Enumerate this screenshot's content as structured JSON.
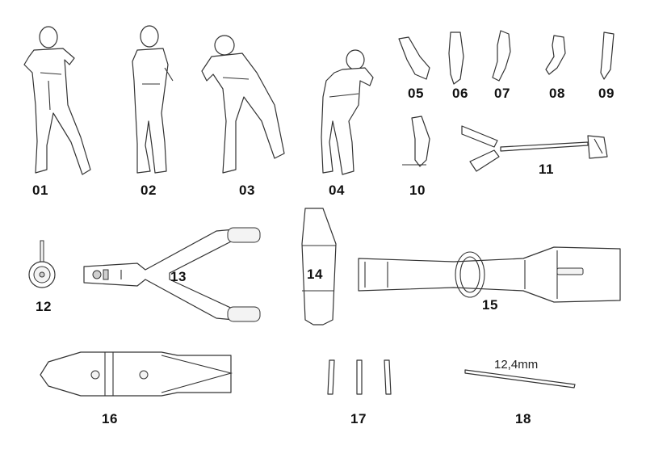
{
  "parts": [
    {
      "id": "figure-01",
      "label": "01"
    },
    {
      "id": "figure-02",
      "label": "02"
    },
    {
      "id": "figure-03",
      "label": "03"
    },
    {
      "id": "figure-04",
      "label": "04"
    },
    {
      "id": "arm-05",
      "label": "05"
    },
    {
      "id": "arm-06",
      "label": "06"
    },
    {
      "id": "arm-07",
      "label": "07"
    },
    {
      "id": "arm-08",
      "label": "08"
    },
    {
      "id": "arm-09",
      "label": "09"
    },
    {
      "id": "arm-10",
      "label": "10"
    },
    {
      "id": "trolley-handle-11",
      "label": "11"
    },
    {
      "id": "wheel-12",
      "label": "12"
    },
    {
      "id": "trolley-frame-13",
      "label": "13"
    },
    {
      "id": "cradle-14",
      "label": "14"
    },
    {
      "id": "lift-frame-15",
      "label": "15"
    },
    {
      "id": "bomb-16",
      "label": "16"
    },
    {
      "id": "strips-17",
      "label": "17"
    },
    {
      "id": "rod-18",
      "label": "18"
    }
  ],
  "rod_dimension": "12,4mm"
}
